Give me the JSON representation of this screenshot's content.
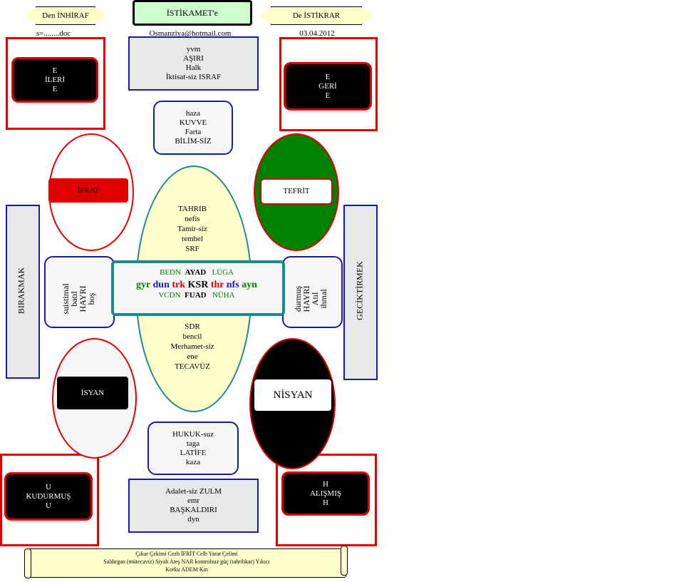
{
  "header": {
    "left_ribbon": "Den İNHİRAF",
    "center_box": "İSTİKAMET'e",
    "right_ribbon": "De İSTİKRAR",
    "left_caption": "s=........doc",
    "email": "Osmanziya@hotmail.com",
    "date": "03.04.2012"
  },
  "corners": {
    "top_left": [
      "E",
      "İLERİ",
      "E"
    ],
    "top_right": [
      "E",
      "GERİ",
      "E"
    ],
    "bottom_left": [
      "U",
      "KUDURMUŞ",
      "U"
    ],
    "bottom_right": [
      "H",
      "ALIŞMIŞ",
      "H"
    ]
  },
  "top_grey_box": [
    "yvm",
    "AŞIRI",
    "Halk",
    "İktisat-siz ISRAF"
  ],
  "top_round_box": [
    "haza",
    "KUVVE",
    "Farta",
    "BİLİM-SİZ"
  ],
  "bottom_round_box": [
    "HUKUK-suz",
    "taga",
    "LATİFE",
    "kaza"
  ],
  "bottom_grey_box": [
    "Adalet-siz ZULM",
    "emr",
    "BAŞKALDIRI",
    "dyn"
  ],
  "ellipses": {
    "ifrat": "İFRAT",
    "tefrit": "TEFRİT",
    "isyan": "İSYAN",
    "nisyan": "NİSYAN"
  },
  "side_bars": {
    "left": "BIRAKMAK",
    "right": "GECİKTİRMEK"
  },
  "side_round_boxes": {
    "left": [
      "suistimal",
      "batıl",
      "HAYRI",
      "boş"
    ],
    "right": [
      "durmuş",
      "HAYRI",
      "Atıl",
      "ihmal"
    ]
  },
  "center_oval": {
    "top_lines": [
      "TAHRIB",
      "nefis",
      "Tamir-siz",
      "tembel",
      "SRF"
    ],
    "bottom_lines": [
      "SDR",
      "bencil",
      "Merhamet-siz",
      "ene",
      "TECAVÜZ"
    ]
  },
  "center_box": {
    "row1": [
      {
        "text": "BEDN",
        "color": "#008000",
        "bold": false
      },
      {
        "text": "AYAD",
        "color": "#000000",
        "bold": true
      },
      {
        "text": "LÜGA",
        "color": "#008000",
        "bold": false
      }
    ],
    "row2": [
      {
        "text": "gyr",
        "color": "#008000"
      },
      {
        "text": "dun",
        "color": "#1a1aa8"
      },
      {
        "text": "trk",
        "color": "#e00000"
      },
      {
        "text": "KSR",
        "color": "#000000"
      },
      {
        "text": "thr",
        "color": "#e00000"
      },
      {
        "text": "nfs",
        "color": "#1a1aa8"
      },
      {
        "text": "ayn",
        "color": "#008000"
      }
    ],
    "row3": [
      {
        "text": "VCDN",
        "color": "#008000",
        "bold": false
      },
      {
        "text": "FUAD",
        "color": "#000000",
        "bold": true
      },
      {
        "text": "NÜHA",
        "color": "#008000",
        "bold": false
      }
    ]
  },
  "scroll": {
    "line1": "Çıkar Çekimi Cezb İFRİT Celb Yarar Çelimi",
    "line2": "Saldırgan (mütecaviz) Siyah Ateş NAR kontrolsuz güç (tahribkar) Yıkıcı",
    "line3": "Korku ADEM Kin"
  },
  "colors": {
    "red": "#e00000",
    "blue": "#1a1aa8",
    "green": "#008000",
    "teal": "#1a8a8a",
    "pale_yellow": "#ffffcc",
    "light_green": "#ccffcc"
  }
}
